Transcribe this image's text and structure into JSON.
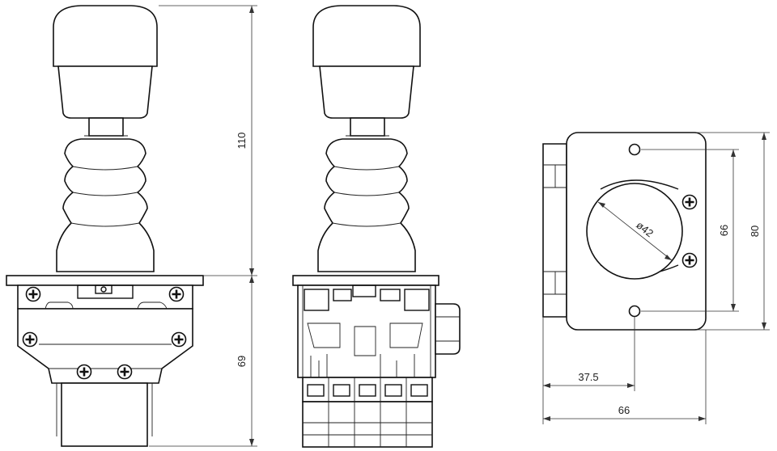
{
  "dimensions": {
    "height_total": "110",
    "height_base": "69",
    "diameter": "ø42",
    "height_hole_spacing": "66",
    "height_plate": "80",
    "offset_center": "37.5",
    "width_plate": "66"
  }
}
